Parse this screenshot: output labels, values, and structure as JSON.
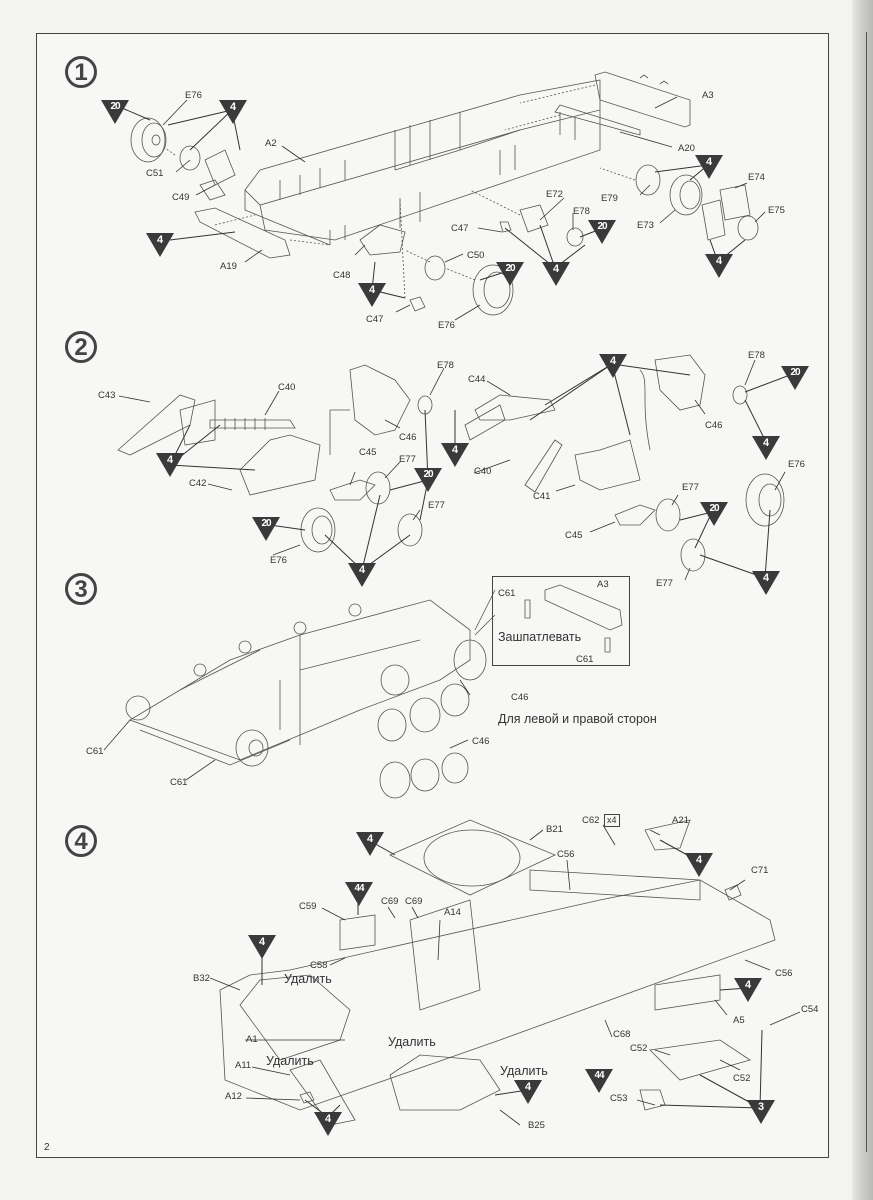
{
  "page": {
    "page_number": "2",
    "background": "#f3f3f1",
    "ink_color": "#333333",
    "callout_color": "#3a3a3a"
  },
  "steps": [
    {
      "number": "1",
      "parts": [
        "E76",
        "C51",
        "C49",
        "A19",
        "A2",
        "C48",
        "C47",
        "C50",
        "E76",
        "A3",
        "A20",
        "E72",
        "E78",
        "C47",
        "E79",
        "E73",
        "E74",
        "E75"
      ],
      "labels": {
        "e76_top": "E76",
        "c51": "C51",
        "c49": "C49",
        "a19": "A19",
        "a2": "A2",
        "c48": "C48",
        "c47_bottom": "C47",
        "c50": "C50",
        "e76_bottom": "E76",
        "a3": "A3",
        "a20": "A20",
        "e72": "E72",
        "e78": "E78",
        "c47_mid": "C47",
        "e79": "E79",
        "e73": "E73",
        "e74": "E74",
        "e75": "E75"
      },
      "callouts": [
        "20",
        "4",
        "4",
        "4",
        "20",
        "20",
        "4",
        "4",
        "4"
      ]
    },
    {
      "number": "2",
      "labels": {
        "c43": "C43",
        "c40_left": "C40",
        "c42": "C42",
        "c46_left": "C46",
        "e78_left": "E78",
        "c45_left": "C45",
        "e77_left_a": "E77",
        "e77_left_b": "E77",
        "e76_left": "E76",
        "c44": "C44",
        "c40_right": "C40",
        "c41": "C41",
        "c46_right": "C46",
        "e78_right": "E78",
        "e76_right": "E76",
        "e77_right_a": "E77",
        "c45_right": "C45",
        "e77_right_b": "E77"
      },
      "callouts": [
        "4",
        "4",
        "20",
        "20",
        "4",
        "4",
        "20",
        "4",
        "20",
        "4"
      ]
    },
    {
      "number": "3",
      "labels": {
        "c61_a": "C61",
        "c61_b": "C61",
        "c46_a": "C46",
        "c46_b": "C46",
        "inset_c61_a": "C61",
        "inset_a3": "A3",
        "inset_c61_b": "C61"
      },
      "inset_note": "Зашпатлевать",
      "side_note": "Для левой и правой сторон"
    },
    {
      "number": "4",
      "labels": {
        "b21": "B21",
        "c62": "C62",
        "c62_qty": "x4",
        "a21": "A21",
        "c56_top": "C56",
        "c71": "C71",
        "c59": "C59",
        "c58": "C58",
        "c69_a": "C69",
        "c69_b": "C69",
        "a14": "A14",
        "b32": "B32",
        "a1": "A1",
        "a11": "A11",
        "a12": "A12",
        "b25": "B25",
        "c56_right": "C56",
        "a5": "A5",
        "c68": "C68",
        "c52_a": "C52",
        "c52_b": "C52",
        "c54": "C54",
        "c53": "C53"
      },
      "remove_labels": [
        "Удалить",
        "Удалить",
        "Удалить",
        "Удалить"
      ],
      "callouts": [
        "4",
        "44",
        "4",
        "4",
        "4",
        "4",
        "4",
        "44",
        "3"
      ]
    }
  ]
}
